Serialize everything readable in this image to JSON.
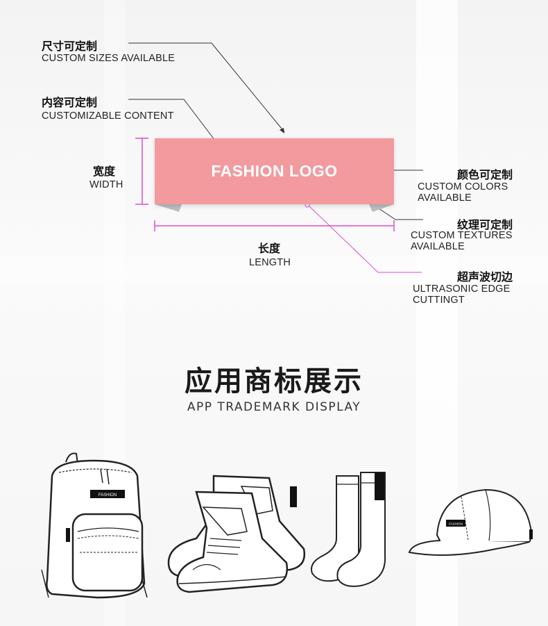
{
  "annotations": {
    "custom_sizes": {
      "cn": "尺寸可定制",
      "en": "CUSTOM SIZES AVAILABLE"
    },
    "custom_content": {
      "cn": "内容可定制",
      "en": "CUSTOMIZABLE CONTENT"
    },
    "width": {
      "cn": "宽度",
      "en": "WIDTH"
    },
    "length": {
      "cn": "长度",
      "en": "LENGTH"
    },
    "custom_colors": {
      "cn": "颜色可定制",
      "en1": "CUSTOM COLORS",
      "en2": "AVAILABLE"
    },
    "custom_textures": {
      "cn": "纹理可定制",
      "en1": "CUSTOM TEXTURES",
      "en2": "AVAILABLE"
    },
    "ultrasonic": {
      "cn": "超声波切边",
      "en1": "ULTRASONIC EDGE",
      "en2": "CUTTINGT"
    }
  },
  "label": {
    "text": "FASHION LOGO",
    "color": "#f29a9e"
  },
  "section": {
    "title_cn": "应用商标展示",
    "title_en": "APP TRADEMARK DISPLAY"
  },
  "products": {
    "tag_text": "FASHION"
  },
  "colors": {
    "accent_line": "#d94fd0",
    "leader_line": "#333333"
  }
}
